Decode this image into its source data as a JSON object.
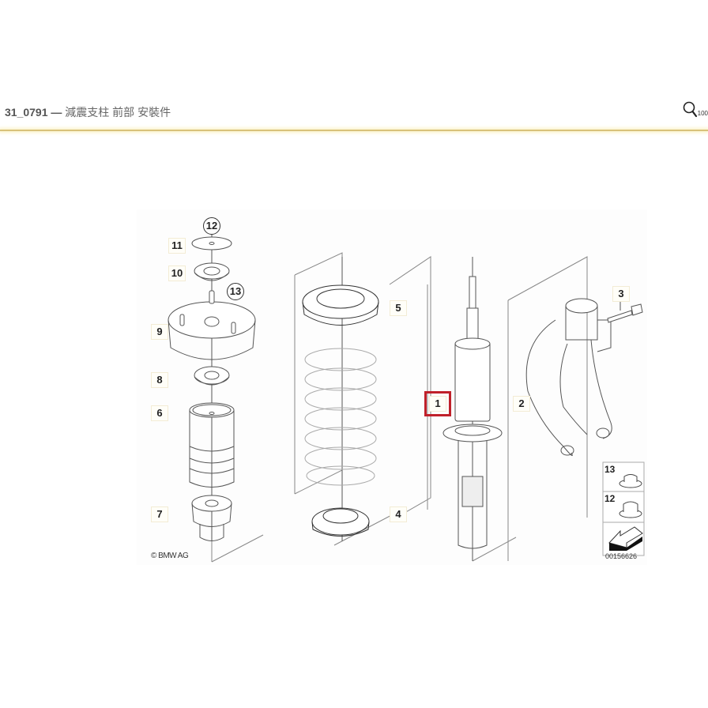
{
  "header": {
    "code": "31_0791",
    "separator": "—",
    "title": "減震支柱 前部 安裝件",
    "zoom_label": "100"
  },
  "colors": {
    "divider": "#d8c27a",
    "highlight": "#c0202a"
  },
  "diagram": {
    "copyright": "© BMW AG",
    "drawing_number": "00156626",
    "highlighted_part": "1",
    "callouts": [
      {
        "num": "1",
        "part": "shock absorber strut",
        "highlighted": true
      },
      {
        "num": "2",
        "part": "swivel bearing"
      },
      {
        "num": "3",
        "part": "bolt"
      },
      {
        "num": "4",
        "part": "lower spring pad"
      },
      {
        "num": "5",
        "part": "upper spring pad"
      },
      {
        "num": "6",
        "part": "protective tube"
      },
      {
        "num": "7",
        "part": "additional damper"
      },
      {
        "num": "8",
        "part": "support bearing washer"
      },
      {
        "num": "9",
        "part": "strut mount"
      },
      {
        "num": "10",
        "part": "washer"
      },
      {
        "num": "11",
        "part": "cover plate"
      },
      {
        "num": "12",
        "part": "nut",
        "circled": true
      },
      {
        "num": "13",
        "part": "nut",
        "circled": true
      }
    ],
    "legend": [
      {
        "num": "13",
        "icon": "flange-nut-icon"
      },
      {
        "num": "12",
        "icon": "hex-nut-icon"
      },
      {
        "num": "",
        "icon": "direction-arrow-icon"
      }
    ]
  }
}
